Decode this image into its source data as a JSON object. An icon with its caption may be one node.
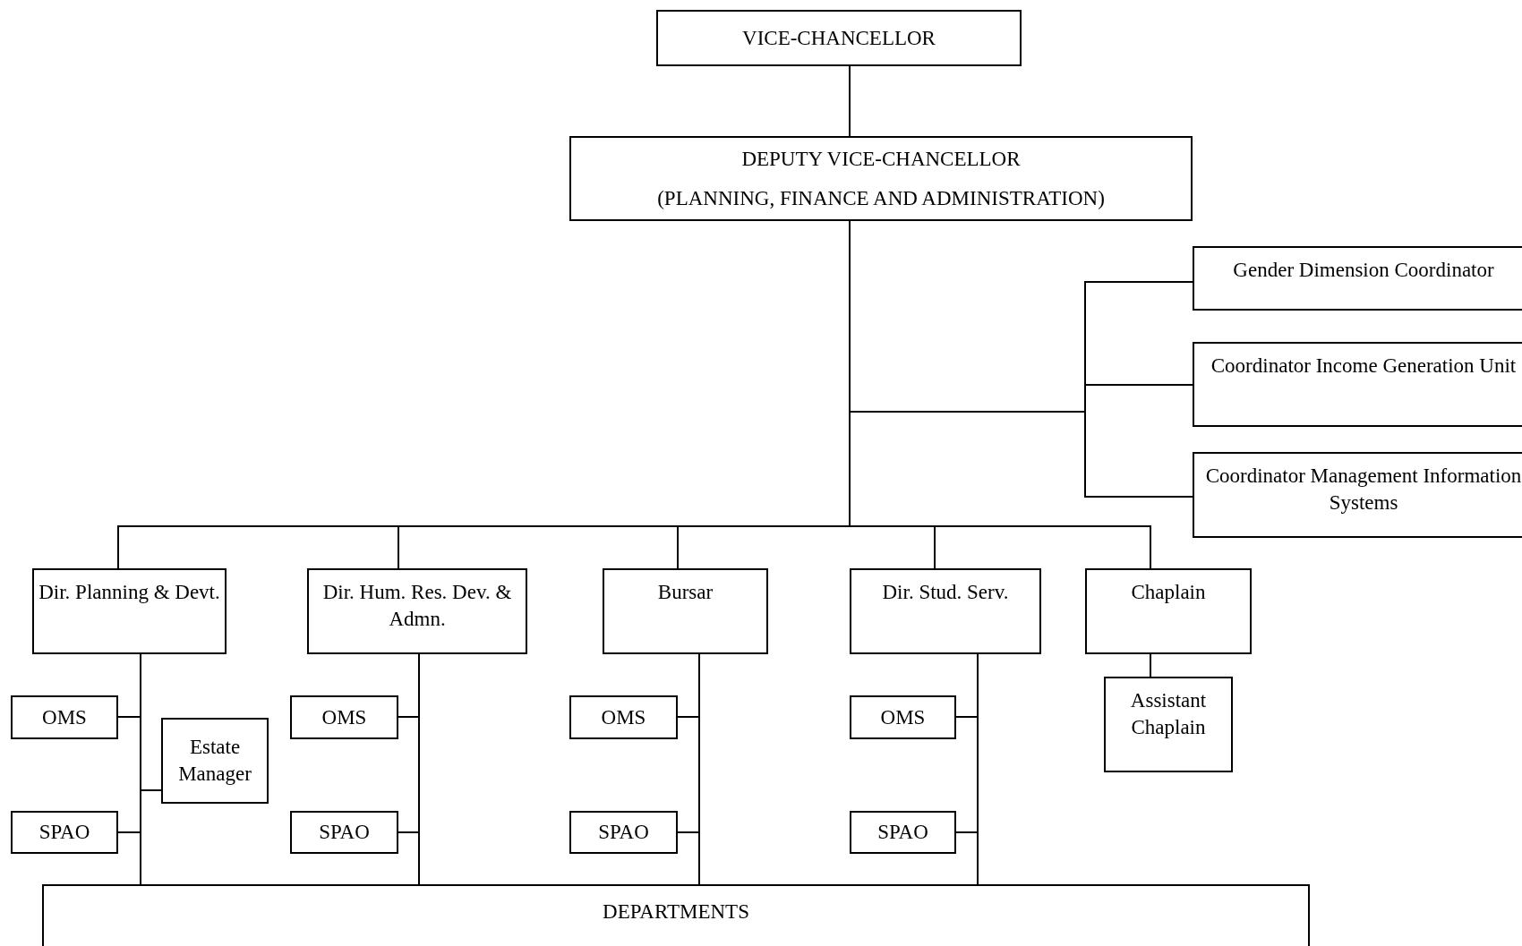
{
  "diagram": {
    "nodes": [
      {
        "text": [
          "VICE-CHANCELLOR"
        ]
      },
      {
        "text": [
          "DEPUTY VICE-CHANCELLOR",
          "(PLANNING, FINANCE AND ADMINISTRATION)"
        ]
      },
      {
        "text": [
          "Gender Dimension Coordinator"
        ]
      },
      {
        "text": [
          "Coordinator Income Generation Unit"
        ]
      },
      {
        "text": [
          "Coordinator Management Information Systems"
        ]
      },
      {
        "text": [
          "Dir. Planning & Devt."
        ]
      },
      {
        "text": [
          "Dir. Hum. Res. Dev. & Admn."
        ]
      },
      {
        "text": [
          "Bursar"
        ]
      },
      {
        "text": [
          "Dir. Stud. Serv."
        ]
      },
      {
        "text": [
          "Chaplain"
        ]
      },
      {
        "text": [
          "Assistant Chaplain"
        ]
      },
      {
        "text": [
          "OMS"
        ]
      },
      {
        "text": [
          "Estate Manager"
        ]
      },
      {
        "text": [
          "SPAO"
        ]
      },
      {
        "text": [
          "OMS"
        ]
      },
      {
        "text": [
          "SPAO"
        ]
      },
      {
        "text": [
          "OMS"
        ]
      },
      {
        "text": [
          "SPAO"
        ]
      },
      {
        "text": [
          "OMS"
        ]
      },
      {
        "text": [
          "SPAO"
        ]
      },
      {
        "text": [
          "DEPARTMENTS"
        ]
      }
    ],
    "edges": [
      {
        "from": 0,
        "to": 1,
        "arrow": "none"
      },
      {
        "from": 1,
        "to": 2,
        "arrow": "none"
      },
      {
        "from": 1,
        "to": 3,
        "arrow": "none"
      },
      {
        "from": 1,
        "to": 4,
        "arrow": "none"
      },
      {
        "from": 1,
        "to": 5,
        "arrow": "none"
      },
      {
        "from": 1,
        "to": 6,
        "arrow": "none"
      },
      {
        "from": 1,
        "to": 7,
        "arrow": "none"
      },
      {
        "from": 1,
        "to": 8,
        "arrow": "none"
      },
      {
        "from": 1,
        "to": 9,
        "arrow": "none"
      },
      {
        "from": 9,
        "to": 10,
        "arrow": "none"
      },
      {
        "from": 5,
        "to": 11,
        "arrow": "none"
      },
      {
        "from": 5,
        "to": 12,
        "arrow": "none"
      },
      {
        "from": 5,
        "to": 13,
        "arrow": "none"
      },
      {
        "from": 5,
        "to": 20,
        "arrow": "none"
      },
      {
        "from": 6,
        "to": 14,
        "arrow": "none"
      },
      {
        "from": 6,
        "to": 15,
        "arrow": "none"
      },
      {
        "from": 6,
        "to": 20,
        "arrow": "none"
      },
      {
        "from": 7,
        "to": 16,
        "arrow": "none"
      },
      {
        "from": 7,
        "to": 17,
        "arrow": "none"
      },
      {
        "from": 7,
        "to": 20,
        "arrow": "none"
      },
      {
        "from": 8,
        "to": 18,
        "arrow": "none"
      },
      {
        "from": 8,
        "to": 19,
        "arrow": "none"
      },
      {
        "from": 8,
        "to": 20,
        "arrow": "none"
      }
    ]
  }
}
